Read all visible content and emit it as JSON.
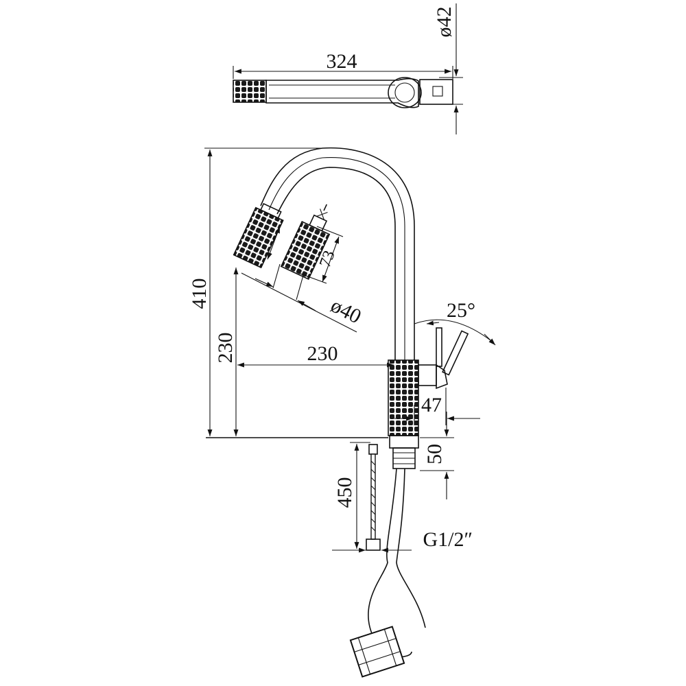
{
  "dimensions": {
    "width_top": "324",
    "diameter_base": "ø42",
    "total_height": "410",
    "spout_height": "230",
    "spout_reach": "230",
    "spray_head_length": "73",
    "spray_head_diameter": "ø40",
    "lever_angle": "25°",
    "lever_offset": "47",
    "shank_length": "50",
    "hose_length": "450",
    "thread": "G1/2ʺ"
  }
}
